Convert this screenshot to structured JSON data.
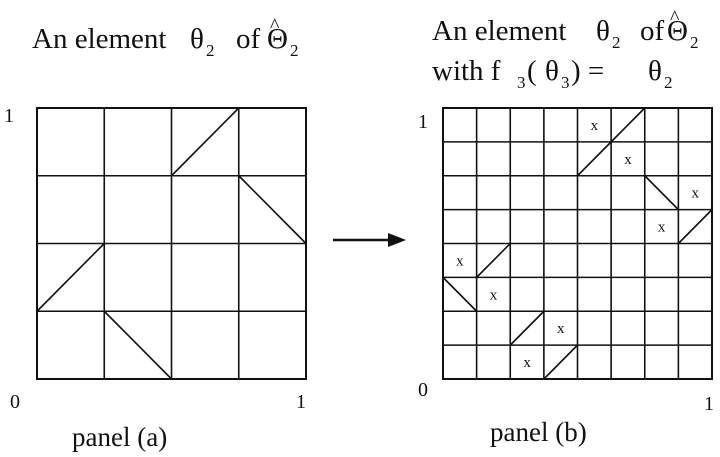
{
  "panel_a": {
    "title_prefix": "An element ",
    "theta": "θ",
    "sub2": "2",
    "of": "of",
    "Theta": "Θ",
    "hat": "^",
    "axis_one": "1",
    "axis_zero": "0",
    "axis_x_one": "1",
    "caption": "panel (a)",
    "grid_n": 4,
    "diagonals": [
      {
        "col": 2,
        "row": 0,
        "dir": "up"
      },
      {
        "col": 3,
        "row": 1,
        "dir": "down"
      },
      {
        "col": 0,
        "row": 2,
        "dir": "up"
      },
      {
        "col": 1,
        "row": 3,
        "dir": "down"
      }
    ]
  },
  "panel_b": {
    "title_prefix": "An element ",
    "theta": "θ",
    "sub2": "2",
    "of": "of",
    "Theta": "Θ",
    "hat": "^",
    "line2_with": "with f",
    "sub3": "3",
    "open_paren": "( ",
    "close_paren": " ) = ",
    "axis_one": "1",
    "axis_zero": "0",
    "axis_x_one": "1",
    "caption": "panel (b)",
    "grid_n": 8,
    "mark": "x",
    "diagonals": [
      {
        "col": 5,
        "row": 0,
        "dir": "up"
      },
      {
        "col": 4,
        "row": 1,
        "dir": "up"
      },
      {
        "col": 6,
        "row": 2,
        "dir": "down"
      },
      {
        "col": 7,
        "row": 3,
        "dir": "up"
      },
      {
        "col": 1,
        "row": 4,
        "dir": "up"
      },
      {
        "col": 0,
        "row": 5,
        "dir": "down"
      },
      {
        "col": 2,
        "row": 6,
        "dir": "up"
      },
      {
        "col": 3,
        "row": 7,
        "dir": "up"
      }
    ],
    "x_marks": [
      {
        "col": 4,
        "row": 0
      },
      {
        "col": 5,
        "row": 1
      },
      {
        "col": 7,
        "row": 2
      },
      {
        "col": 6,
        "row": 3
      },
      {
        "col": 0,
        "row": 4
      },
      {
        "col": 1,
        "row": 5
      },
      {
        "col": 3,
        "row": 6
      },
      {
        "col": 2,
        "row": 7
      }
    ]
  }
}
